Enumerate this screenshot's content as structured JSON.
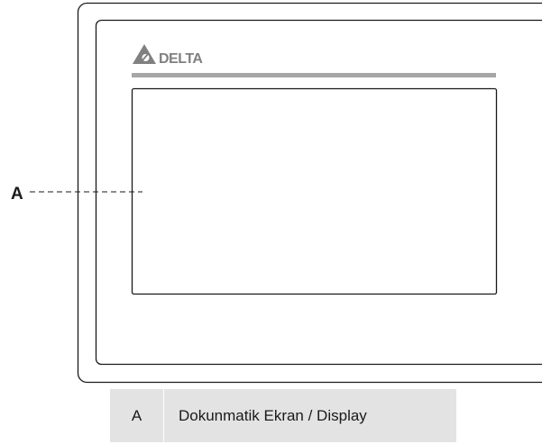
{
  "diagram": {
    "callout_label": "A",
    "logo_text": "DELTA"
  },
  "legend": {
    "rows": [
      {
        "key": "A",
        "description": "Dokunmatik Ekran / Display"
      }
    ]
  },
  "colors": {
    "outline": "#1a1a1a",
    "logo": "#808080",
    "logo_bar": "#a6a6a6",
    "legend_background": "#e3e3e3"
  }
}
